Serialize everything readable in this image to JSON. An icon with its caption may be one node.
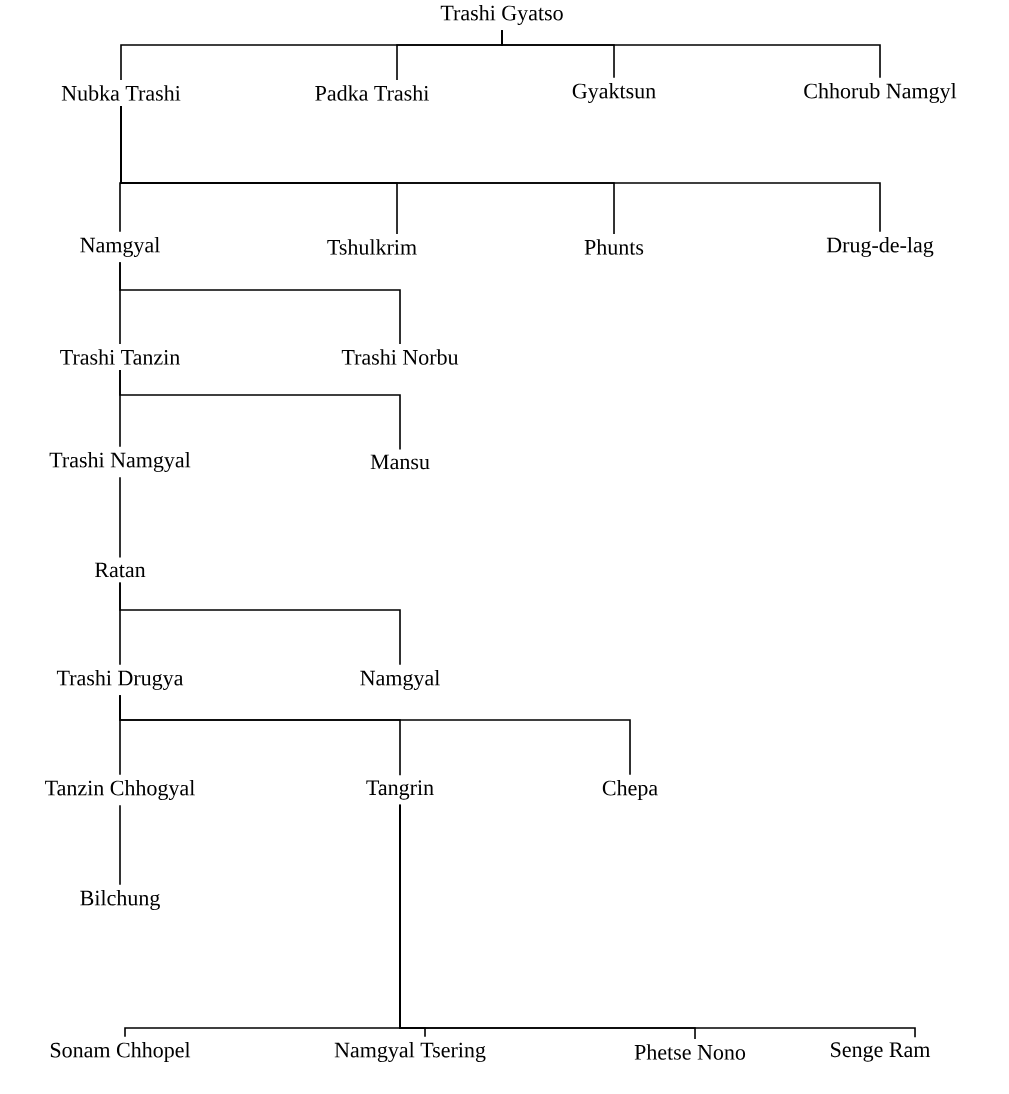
{
  "diagram": {
    "nodes": [
      {
        "text": [
          "Trashi Gyatso"
        ]
      },
      {
        "text": [
          "Nubka Trashi"
        ]
      },
      {
        "text": [
          "Padka Trashi"
        ]
      },
      {
        "text": [
          "Gyaktsun"
        ]
      },
      {
        "text": [
          "Chhorub Namgyl"
        ]
      },
      {
        "text": [
          "Namgyal"
        ]
      },
      {
        "text": [
          "Tshulkrim"
        ]
      },
      {
        "text": [
          "Phunts"
        ]
      },
      {
        "text": [
          "Drug-de-lag"
        ]
      },
      {
        "text": [
          "Trashi Tanzin"
        ]
      },
      {
        "text": [
          "Trashi Norbu"
        ]
      },
      {
        "text": [
          "Trashi Namgyal"
        ]
      },
      {
        "text": [
          "Mansu"
        ]
      },
      {
        "text": [
          "Ratan"
        ]
      },
      {
        "text": [
          "Trashi Drugya"
        ]
      },
      {
        "text": [
          "Namgyal"
        ]
      },
      {
        "text": [
          "Tanzin Chhogyal"
        ]
      },
      {
        "text": [
          "Tangrin"
        ]
      },
      {
        "text": [
          "Chepa"
        ]
      },
      {
        "text": [
          "Bilchung"
        ]
      },
      {
        "text": [
          "Sonam Chhopel"
        ]
      },
      {
        "text": [
          "Namgyal Tsering"
        ]
      },
      {
        "text": [
          "Phetse Nono"
        ]
      },
      {
        "text": [
          "Senge Ram"
        ]
      }
    ],
    "edges": [
      {
        "from": 0,
        "to": 1,
        "arrow": "none"
      },
      {
        "from": 0,
        "to": 2,
        "arrow": "none"
      },
      {
        "from": 0,
        "to": 3,
        "arrow": "none"
      },
      {
        "from": 0,
        "to": 4,
        "arrow": "none"
      },
      {
        "from": 1,
        "to": 5,
        "arrow": "none"
      },
      {
        "from": 1,
        "to": 6,
        "arrow": "none"
      },
      {
        "from": 1,
        "to": 7,
        "arrow": "none"
      },
      {
        "from": 1,
        "to": 8,
        "arrow": "none"
      },
      {
        "from": 5,
        "to": 9,
        "arrow": "none"
      },
      {
        "from": 5,
        "to": 10,
        "arrow": "none"
      },
      {
        "from": 9,
        "to": 11,
        "arrow": "none"
      },
      {
        "from": 9,
        "to": 12,
        "arrow": "none"
      },
      {
        "from": 11,
        "to": 13,
        "arrow": "none"
      },
      {
        "from": 13,
        "to": 14,
        "arrow": "none"
      },
      {
        "from": 13,
        "to": 15,
        "arrow": "none"
      },
      {
        "from": 14,
        "to": 16,
        "arrow": "none"
      },
      {
        "from": 14,
        "to": 17,
        "arrow": "none"
      },
      {
        "from": 14,
        "to": 18,
        "arrow": "none"
      },
      {
        "from": 16,
        "to": 19,
        "arrow": "none"
      },
      {
        "from": 17,
        "to": 20,
        "arrow": "none"
      },
      {
        "from": 17,
        "to": 21,
        "arrow": "none"
      },
      {
        "from": 17,
        "to": 22,
        "arrow": "none"
      },
      {
        "from": 17,
        "to": 23,
        "arrow": "none"
      }
    ]
  }
}
